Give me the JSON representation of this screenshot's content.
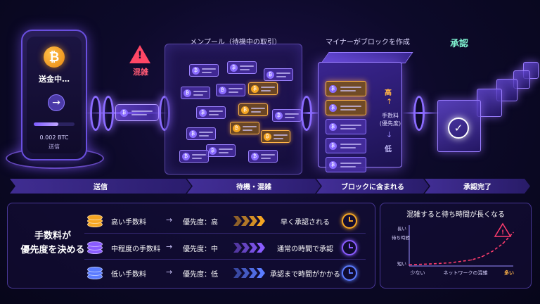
{
  "phone": {
    "status": "送金中…",
    "amount": "0.002 BTC",
    "sublabel": "送信",
    "btc_symbol": "₿",
    "send_icon": "→",
    "progress": 0.6
  },
  "warning": {
    "icon": "!",
    "label": "混雑"
  },
  "mempool": {
    "title": "メンプール（待機中の取引）"
  },
  "miner": {
    "title": "マイナーがブロックを作成",
    "priority_high": "高",
    "priority_label": "手数料\n(優先度)",
    "priority_low": "低",
    "arrow_up": "↑",
    "arrow_down": "↓"
  },
  "approval": {
    "title": "承認",
    "check": "✓"
  },
  "process_steps": [
    "送信",
    "待機・混雑",
    "ブロックに含まれる",
    "承認完了"
  ],
  "fee_panel": {
    "heading": "手数料が\n優先度を決める",
    "rows": [
      {
        "fee": "高い手数料",
        "arrow": "→",
        "priority": "優先度：高",
        "result": "早く承認される",
        "tier": "high"
      },
      {
        "fee": "中程度の手数料",
        "arrow": "→",
        "priority": "優先度：中",
        "result": "通常の時間で承認",
        "tier": "mid"
      },
      {
        "fee": "低い手数料",
        "arrow": "→",
        "priority": "優先度：低",
        "result": "承認まで時間がかかる",
        "tier": "low"
      }
    ]
  },
  "colors": {
    "high": "#f5a623",
    "mid": "#8a5cff",
    "low": "#5b7cff",
    "warning": "#ff4766",
    "approval": "#7ff0cf"
  },
  "chart_data": {
    "type": "line",
    "title": "混雑すると待ち時間が長くなる",
    "xlabel": "ネットワークの混雑",
    "ylabel": "待ち時間",
    "x_ticks": [
      "少ない",
      "多い"
    ],
    "y_ticks": [
      "長い",
      "短い"
    ],
    "x": [
      0,
      0.2,
      0.4,
      0.6,
      0.7,
      0.8,
      0.9,
      1.0
    ],
    "y": [
      0.03,
      0.05,
      0.08,
      0.15,
      0.23,
      0.36,
      0.55,
      0.82
    ],
    "xlim": [
      0,
      1
    ],
    "ylim": [
      0,
      1
    ],
    "warning_icon": "!",
    "grid": false
  }
}
